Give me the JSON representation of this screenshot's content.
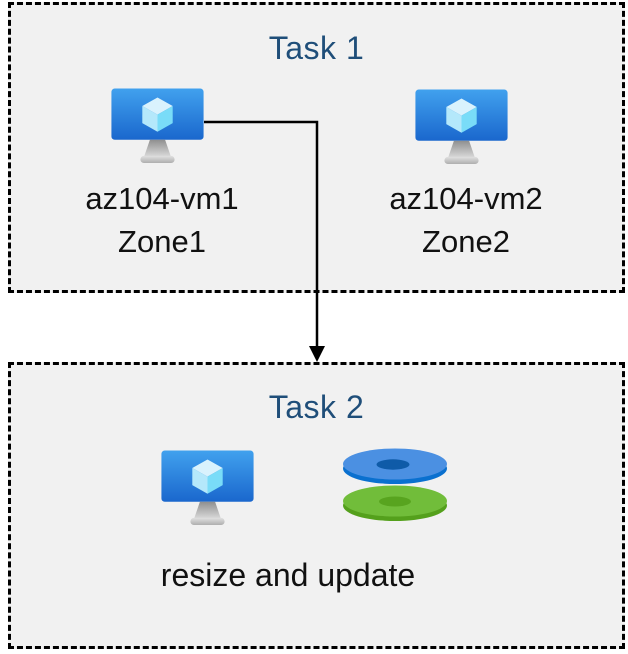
{
  "task1": {
    "title": "Task 1",
    "vms": [
      {
        "name": "az104-vm1",
        "zone": "Zone1"
      },
      {
        "name": "az104-vm2",
        "zone": "Zone2"
      }
    ]
  },
  "task2": {
    "title": "Task 2",
    "caption": "resize and update"
  },
  "colors": {
    "title_text": "#1f4e79",
    "body_text": "#111111",
    "box_background": "#f1f1f1",
    "box_border": "#000000",
    "arrow": "#000000",
    "vm_screen_top": "#41a1ee",
    "vm_screen_bottom": "#1a67cd",
    "cube_top": "#d9f2fd",
    "cube_left": "#b4e8fb",
    "cube_right": "#79dcf8",
    "disk_blue_top": "#4b90e2",
    "disk_blue_side": "#0a70cf",
    "disk_blue_hole": "#0f5ba8",
    "disk_green_top": "#71bd3a",
    "disk_green_side": "#54a01c",
    "disk_green_hole": "#58a41f"
  }
}
